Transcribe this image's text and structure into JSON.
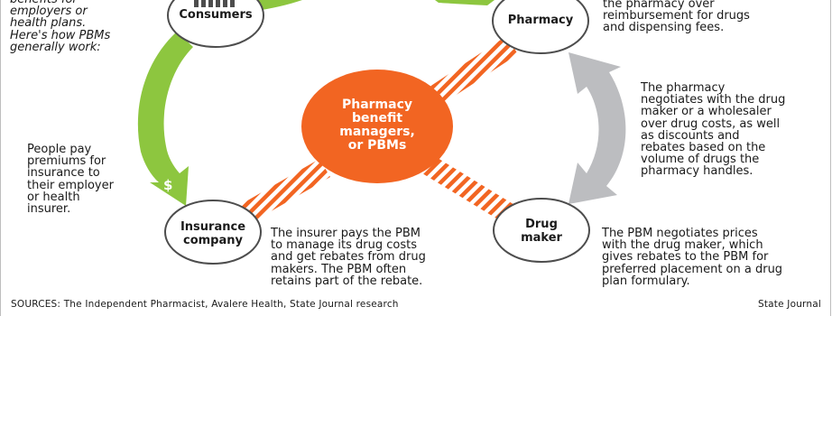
{
  "nodes": {
    "consumers": "Consumers",
    "pharmacy": "Pharmacy",
    "insurance": "Insurance\ncompany",
    "drug_maker": "Drug\nmaker",
    "pbm": "Pharmacy\nbenefit\nmanagers,\nor PBMs"
  },
  "notes": {
    "intro": "benefits for\nemployers or\nhealth plans.\nHere's how PBMs\ngenerally work:",
    "pharmacy_payment": "the pharmacy over\nreimbursement for drugs\nand dispensing fees.",
    "pharmacy_negotiates": "The pharmacy\nnegotiates with the drug\nmaker or a wholesaler\nover drug costs, as well\nas discounts and\nrebates based on the\nvolume of drugs the\npharmacy handles.",
    "people_pay": "People pay\npremiums for\ninsurance to\ntheir employer\nor health\ninsurer.",
    "insurer_pays": "The insurer pays the PBM\nto manage its drug costs\nand get rebates from drug\nmakers. The PBM often\nretains part of the rebate.",
    "pbm_negotiates": "The PBM negotiates prices\nwith the drug maker, which\ngives rebates to the PBM for\npreferred placement on a drug\nplan formulary."
  },
  "dollar_sign": "$",
  "footer": {
    "sources": "SOURCES: The Independent Pharmacist, Avalere Health, State Journal research",
    "credit": "State Journal"
  },
  "colors": {
    "green": "#8dc63f",
    "gray": "#bcbdc0",
    "orange": "#f26522",
    "node_border": "#4d4d4d",
    "text": "#1a1a1a"
  }
}
